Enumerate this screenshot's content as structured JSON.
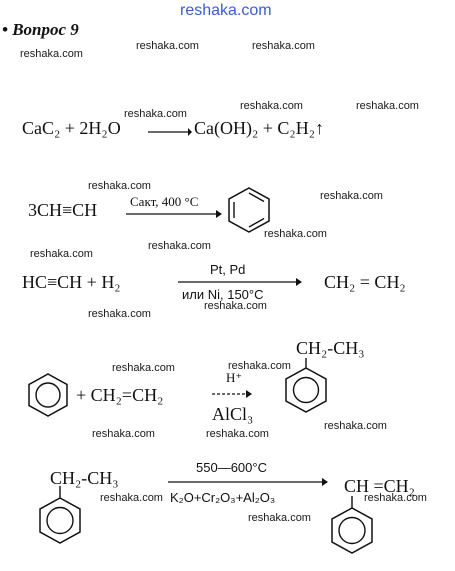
{
  "header": {
    "site_logo": "reshaka.com",
    "question_title": "• Вопрос 9"
  },
  "watermark_text": "reshaka.com",
  "reaction1": {
    "left": "CaC₂ + 2H₂O",
    "right": "Ca(OH)₂ + C₂H₂↑"
  },
  "reaction2": {
    "left": "3CH≡CH",
    "condition": "Cакт, 400 °C"
  },
  "reaction3": {
    "left": "HC≡CH + H₂",
    "condition_top": "Pt, Pd",
    "condition_bottom": "или Ni, 150°C",
    "right": "CH₂ = CH₂"
  },
  "reaction4": {
    "reagent": "+ CH₂=CH₂",
    "condition_top": "H⁺",
    "condition_bottom": "AlCl₃",
    "product_chain": "CH₂-CH₃"
  },
  "reaction5": {
    "reactant_chain": "CH₂-CH₃",
    "condition_top": "550—600°C",
    "condition_bottom": "K₂O+Cr₂O₃+Al₂O₃",
    "product_chain": "CH =CH₂"
  }
}
